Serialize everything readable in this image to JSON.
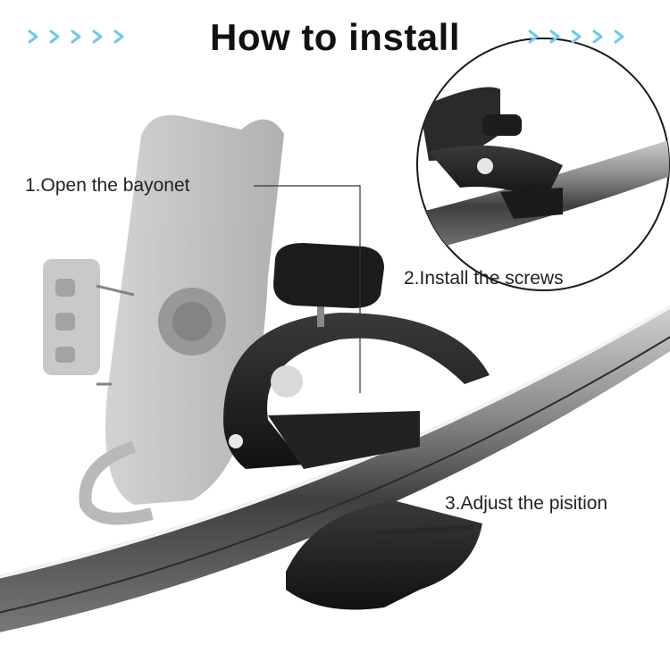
{
  "header": {
    "title": "How to install",
    "accent_color": "#6fc8ee",
    "left_chevrons": [
      "chevron",
      "chevron",
      "chevron",
      "chevron",
      "chevron"
    ],
    "right_chevrons": [
      "chevron",
      "chevron",
      "chevron",
      "chevron",
      "chevron"
    ]
  },
  "steps": [
    {
      "label": "1.Open the bayonet"
    },
    {
      "label": "2.Install the screws"
    },
    {
      "label": "3.Adjust the pisition"
    }
  ],
  "product": {
    "clamp_color": "#1e1e1e",
    "phone_holder_color": "#b9b9b9",
    "bar_color": "#5a5a5a",
    "icons": [
      "phone-holder-icon",
      "handlebar-clamp-icon",
      "screw-knob-icon",
      "detail-inset-icon"
    ]
  }
}
